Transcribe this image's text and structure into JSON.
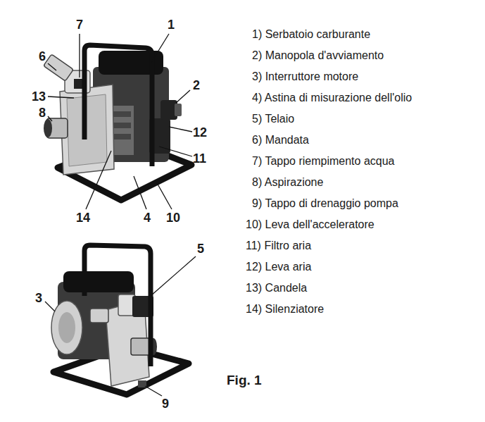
{
  "diagram": {
    "caption": "Fig. 1",
    "labels": [
      "7",
      "1",
      "6",
      "13",
      "2",
      "8",
      "12",
      "11",
      "14",
      "4",
      "10",
      "5",
      "3",
      "9",
      "1) Serbatoio carburante",
      "2) Manopola d'avviamento",
      "3) Interruttore motore",
      "4) Astina di misurazione dell'olio",
      "5) Telaio",
      "6) Mandata",
      "7) Tappo riempimento acqua",
      "8) Aspirazione",
      "9) Tappo di drenaggio pompa",
      "10) Leva dell'acceleratore",
      "11) Filtro aria",
      "12) Leva aria",
      "13) Candela",
      "14) Silenziatore"
    ]
  }
}
